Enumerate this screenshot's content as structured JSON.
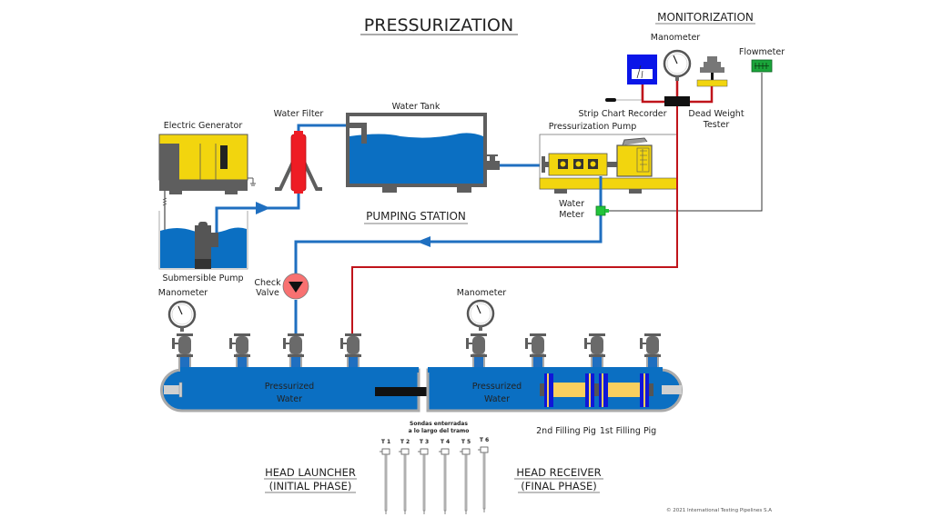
{
  "title": "PRESSURIZATION",
  "sections": {
    "monitorization": "MONITORIZATION",
    "pumping_station": "PUMPING STATION",
    "head_launcher": [
      "HEAD LAUNCHER",
      "(INITIAL PHASE)"
    ],
    "head_receiver": [
      "HEAD RECEIVER",
      "(FINAL PHASE)"
    ]
  },
  "labels": {
    "electric_generator": "Electric Generator",
    "water_filter": "Water Filter",
    "water_tank": "Water Tank",
    "submersible_pump": "Submersible Pump",
    "check_valve": [
      "Check",
      "Valve"
    ],
    "manometer_top": "Manometer",
    "flowmeter": "Flowmeter",
    "strip_chart_recorder": "Strip Chart Recorder",
    "dead_weight_tester": [
      "Dead Weight",
      "Tester"
    ],
    "pressurization_pump": "Pressurization Pump",
    "water_meter": [
      "Water",
      "Meter"
    ],
    "manometer_launcher": "Manometer",
    "manometer_receiver": "Manometer",
    "pressurized_water_left": [
      "Pressurized",
      "Water"
    ],
    "pressurized_water_right": [
      "Pressurized",
      "Water"
    ],
    "second_filling_pig": "2nd Filling Pig",
    "first_filling_pig": "1st Filling Pig",
    "probes_caption": [
      "Sondas enterradas",
      "a lo largo del tramo"
    ]
  },
  "probes": [
    "T 1",
    "T 2",
    "T 3",
    "T 4",
    "T 5",
    "T 6"
  ],
  "copyright": "© 2021 International Testing Pipelines S.A",
  "colors": {
    "water": "#0b6fc2",
    "pipe_blue": "#1f6fc0",
    "pressure_line": "#c0141b",
    "generator_yellow": "#f2d50e",
    "machine_gray": "#5e5e5e",
    "filter_red": "#ee1c24",
    "check_valve": "#f87171",
    "pig_yellow": "#f9cf5e",
    "pig_flange": "#1016d8",
    "recorder_blue": "#0a16e8",
    "flowmeter_green": "#1aa53a",
    "water_meter_green": "#22c33a"
  }
}
